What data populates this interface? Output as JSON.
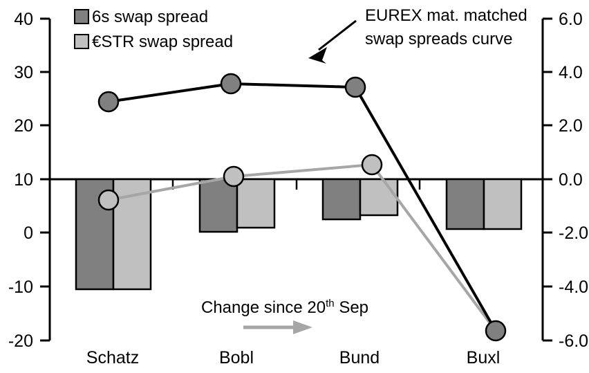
{
  "chart_data": {
    "type": "bar",
    "title": "",
    "subtitle": "",
    "xlabel": "",
    "ylabel": "",
    "categories": [
      "Schatz",
      "Bobl",
      "Bund",
      "Buxl"
    ],
    "left_axis": {
      "label": "",
      "ticks": [
        "40",
        "30",
        "20",
        "10",
        "0",
        "-10",
        "-20"
      ],
      "tick_values": [
        40,
        30,
        20,
        10,
        0,
        -10,
        -20
      ],
      "ylim": [
        -20,
        40
      ]
    },
    "right_axis": {
      "label": "",
      "ticks": [
        "6.0",
        "4.0",
        "2.0",
        "0.0",
        "-2.0",
        "-4.0",
        "-6.0"
      ],
      "tick_values": [
        6.0,
        4.0,
        2.0,
        0.0,
        -2.0,
        -4.0,
        -6.0
      ],
      "ylim": [
        -6.0,
        6.0
      ]
    },
    "grid": false,
    "legend_position": "top-left",
    "series": [
      {
        "name": "6s swap spread",
        "type": "bar",
        "axis": "right",
        "color": "#808080",
        "values": [
          -4.1,
          -1.95,
          -1.5,
          -1.85
        ]
      },
      {
        "name": "€STR swap spread",
        "type": "bar",
        "axis": "right",
        "color": "#c0c0c0",
        "values": [
          -4.1,
          -1.8,
          -1.35,
          -1.85
        ]
      },
      {
        "name": "EUREX mat. matched swap spreads curve",
        "type": "line",
        "axis": "left",
        "color": "#000000",
        "marker_color": "#808080",
        "values": [
          24.5,
          27.9,
          27.3,
          -18.1
        ]
      },
      {
        "name": "€STR swap spread curve",
        "type": "line",
        "axis": "left",
        "color": "#a6a6a6",
        "marker_color": "#c0c0c0",
        "values": [
          6.1,
          10.5,
          12.7,
          -18.1
        ]
      }
    ],
    "annotations": [
      {
        "id": "eurex-annotation",
        "text_line1": "EUREX mat. matched",
        "text_line2": "swap spreads curve",
        "arrow": "down-left",
        "color": "#000000"
      },
      {
        "id": "change-annotation",
        "text_prefix": "Change since 20",
        "text_superscript": "th",
        "text_suffix": " Sep",
        "arrow": "right",
        "arrow_color": "#a6a6a6"
      }
    ]
  },
  "legend": {
    "items": [
      {
        "label": "6s swap spread",
        "color": "#808080"
      },
      {
        "label": "€STR swap spread",
        "color": "#c0c0c0"
      }
    ]
  },
  "axes": {
    "left_ticks": [
      "40",
      "30",
      "20",
      "10",
      "0",
      "-10",
      "-20"
    ],
    "right_ticks": [
      "6.0",
      "4.0",
      "2.0",
      "0.0",
      "-2.0",
      "-4.0",
      "-6.0"
    ],
    "categories": [
      "Schatz",
      "Bobl",
      "Bund",
      "Buxl"
    ]
  },
  "annotations": {
    "eurex_line1": "EUREX mat. matched",
    "eurex_line2": "swap spreads curve",
    "change_prefix": "Change since 20",
    "change_sup": "th",
    "change_suffix": " Sep"
  },
  "colors": {
    "bar_dark": "#808080",
    "bar_light": "#c0c0c0",
    "line_dark": "#000000",
    "line_light": "#a6a6a6",
    "axis": "#000000"
  }
}
